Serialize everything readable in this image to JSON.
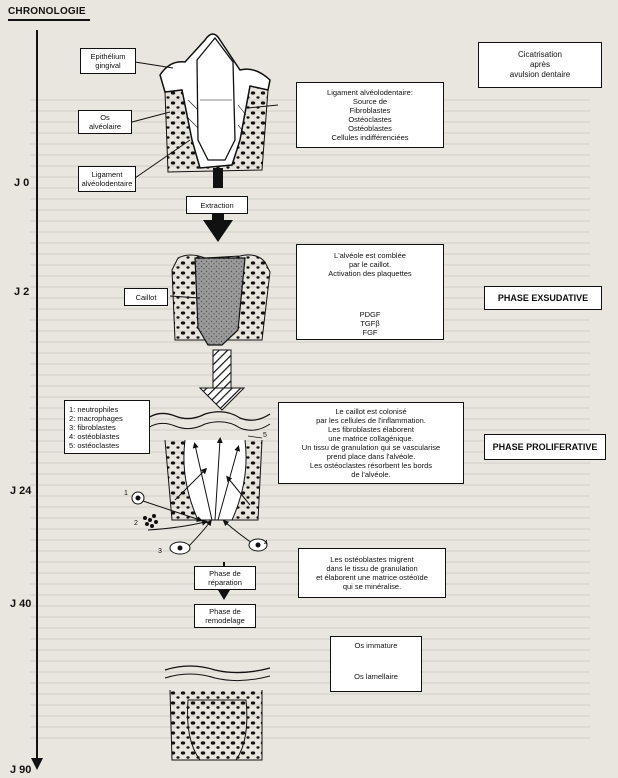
{
  "header": {
    "title": "CHRONOLOGIE"
  },
  "timeline": {
    "days": [
      "J 0",
      "J 2",
      "J 24",
      "J 40",
      "J 90"
    ]
  },
  "labels": {
    "epithelium": [
      "Epithélium",
      "gingival"
    ],
    "os_alveolaire": [
      "Os",
      "alvéolaire"
    ],
    "ligament": [
      "Ligament",
      "alvéolodentaire"
    ],
    "extraction": "Extraction",
    "caillot": "Caillot",
    "cells_list": [
      "1: neutrophiles",
      "2: macrophages",
      "3: fibroblastes",
      "4: ostéoblastes",
      "5: ostéoclastes"
    ],
    "phase_reparation": [
      "Phase de",
      "réparation"
    ],
    "phase_remodelage": [
      "Phase de",
      "remodelage"
    ],
    "cell_numbers": [
      "1",
      "2",
      "3",
      "4",
      "5"
    ]
  },
  "info": {
    "cicatrisation": [
      "Cicatrisation",
      "après",
      "avulsion dentaire"
    ],
    "ligament_source": [
      "Ligament alvéolodentaire:",
      "Source de",
      "Fibroblastes",
      "Ostéoclastes",
      "Ostéoblastes",
      "Cellules indifférenciées"
    ],
    "alveole": [
      "L'alvéole est comblée",
      "par le caillot.",
      "Activation des plaquettes"
    ],
    "factors": [
      "PDGF",
      "TGFβ",
      "FGF"
    ],
    "colonise": [
      "Le caillot est colonisé",
      "par les cellules de l'inflammation.",
      "Les fibroblastes élaborent",
      "une matrice collagénique.",
      "Un tissu de granulation qui se vascularise",
      "prend place dans l'alvéole.",
      "Les ostéoclastes résorbent les bords",
      "de l'alvéole."
    ],
    "osteoblastes": [
      "Les ostéoblastes migrent",
      "dans le tissu de granulation",
      "et élaborent une matrice ostéoïde",
      "qui se minéralise."
    ],
    "os_immature": "Os immature",
    "os_lamellaire": "Os lamellaire"
  },
  "phases": {
    "exsudative": "PHASE EXSUDATIVE",
    "proliferative": "PHASE PROLIFERATIVE"
  }
}
